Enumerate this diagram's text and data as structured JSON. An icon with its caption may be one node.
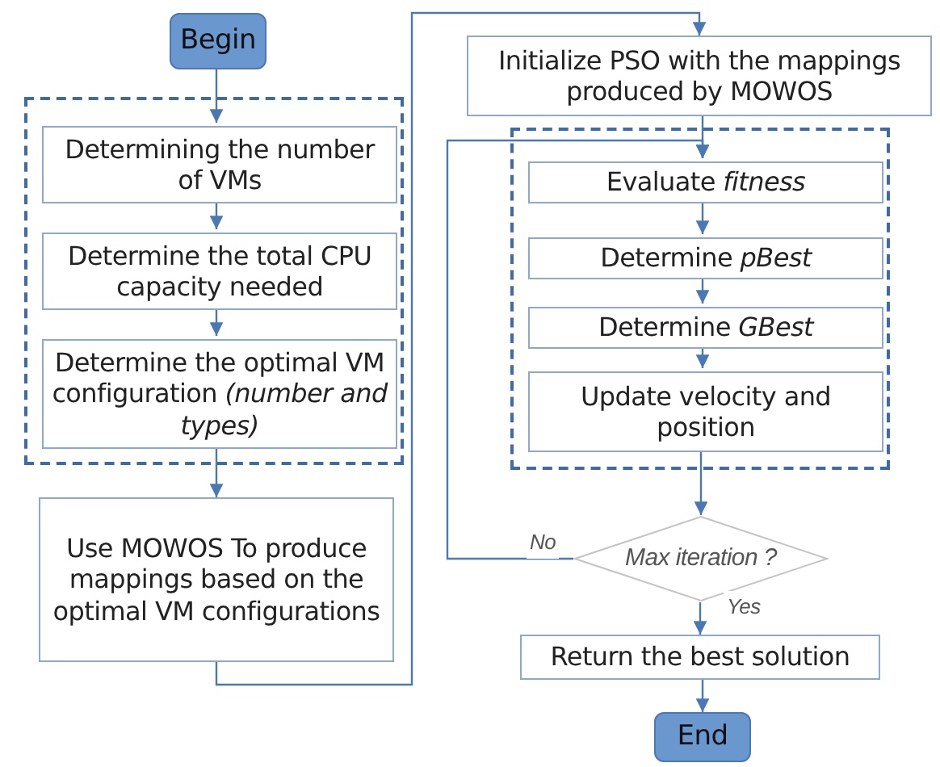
{
  "diagram": {
    "nodes": [
      {
        "text": [
          "Begin"
        ]
      },
      {
        "text": [],
        "shape": "box"
      },
      {
        "text": [
          "Determining the number of VMs"
        ],
        "in": 1
      },
      {
        "text": [
          "Determine the total CPU capacity needed"
        ],
        "in": 1
      },
      {
        "text": [
          "Determine the optimal VM configuration *(number and types)*"
        ],
        "in": 1
      },
      {
        "text": [
          "Use MOWOS To produce mappings based on the optimal VM configurations"
        ]
      },
      {
        "text": [
          "Initialize PSO with the mappings produced by MOWOS"
        ]
      },
      {
        "text": [],
        "shape": "box"
      },
      {
        "text": [
          "Evaluate *fitness*"
        ],
        "in": 7
      },
      {
        "text": [
          "Determine *pBest*"
        ],
        "in": 7
      },
      {
        "text": [
          "Determine *GBest*"
        ],
        "in": 7
      },
      {
        "text": [
          "Update velocity and position"
        ],
        "in": 7
      },
      {
        "text": [
          "Max iteration ?"
        ]
      },
      {
        "text": [
          "Return the best solution"
        ]
      },
      {
        "text": [
          "End"
        ]
      }
    ],
    "edges": [
      {
        "from": 0,
        "to": 2,
        "arrow": "to"
      },
      {
        "from": 2,
        "to": 3,
        "arrow": "to"
      },
      {
        "from": 3,
        "to": 4,
        "arrow": "to"
      },
      {
        "from": 4,
        "to": 5,
        "arrow": "to"
      },
      {
        "from": 5,
        "to": 6,
        "arrow": "to"
      },
      {
        "from": 6,
        "to": 8,
        "arrow": "to"
      },
      {
        "from": 8,
        "to": 9,
        "arrow": "to"
      },
      {
        "from": 9,
        "to": 10,
        "arrow": "to"
      },
      {
        "from": 10,
        "to": 11,
        "arrow": "to"
      },
      {
        "from": 11,
        "to": 12,
        "arrow": "to"
      },
      {
        "from": 12,
        "to": 8,
        "label": "No",
        "arrow": "to"
      },
      {
        "from": 12,
        "to": 13,
        "label": "Yes",
        "arrow": "to"
      },
      {
        "from": 13,
        "to": 14,
        "arrow": "to"
      }
    ]
  }
}
